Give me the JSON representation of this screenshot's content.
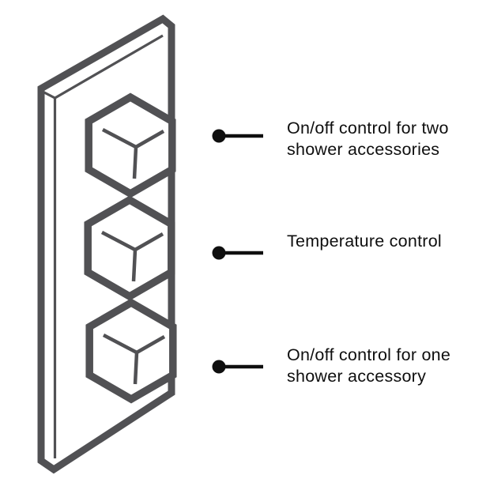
{
  "colors": {
    "background": "#ffffff",
    "outline-gray": "#515154",
    "callout-black": "#0f0f0f"
  },
  "icons": {
    "knob": "hexagon-cube-knob-icon",
    "callout_marker": "callout-dot-icon"
  },
  "labels": [
    {
      "lines": [
        "On/off control for two",
        "shower accessories"
      ]
    },
    {
      "lines": [
        "Temperature control"
      ]
    },
    {
      "lines": [
        "On/off control for one",
        "shower accessory"
      ]
    }
  ]
}
